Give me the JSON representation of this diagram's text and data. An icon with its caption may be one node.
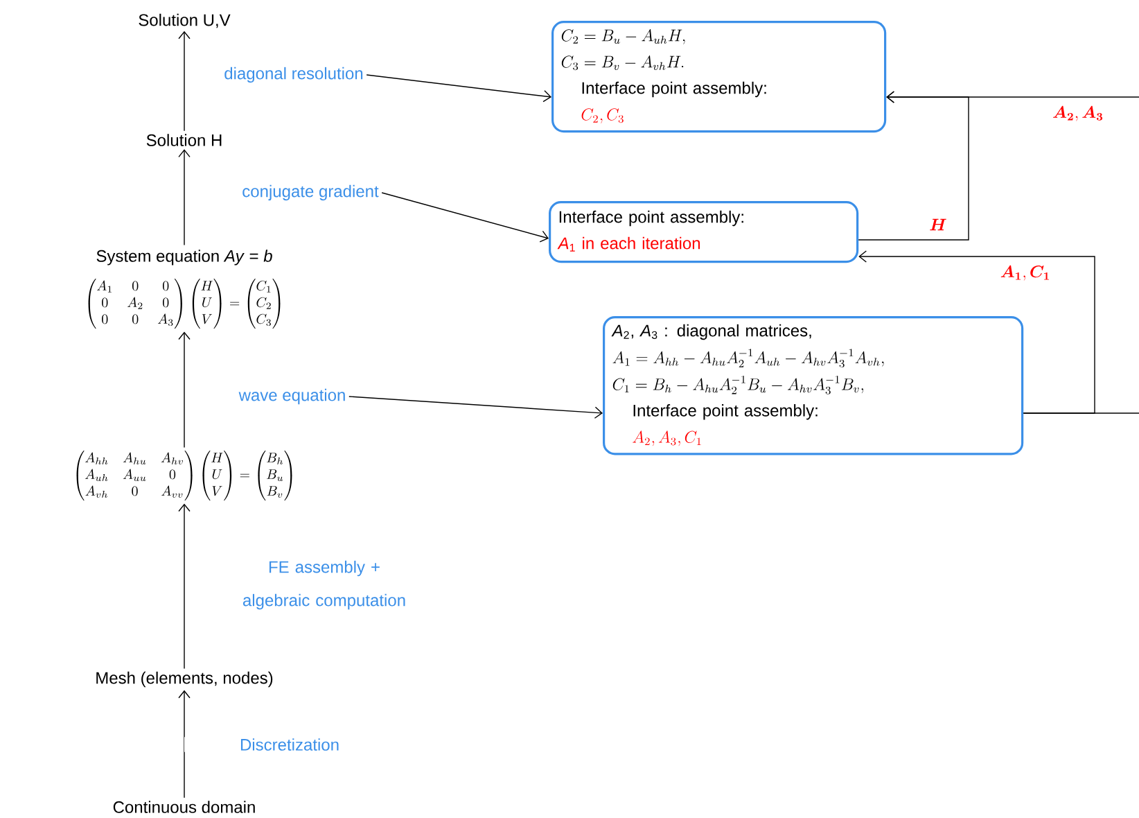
{
  "diagram": {
    "nodes": [
      {
        "text": [
          "Solution U,V"
        ]
      },
      {
        "text": [
          "Solution H"
        ]
      },
      {
        "text": [
          "System equation *Ay* = *b*",
          "\\begin{pmatrix}A_1&0&0\\\\0&A_2&0\\\\0&0&A_3\\end{pmatrix}\\begin{pmatrix}H\\\\U\\\\V\\end{pmatrix}=\\begin{pmatrix}C_1\\\\C_2\\\\C_3\\end{pmatrix}"
        ]
      },
      {
        "text": [
          "\\begin{pmatrix}A_{hh}&A_{hu}&A_{hv}\\\\A_{uh}&A_{uu}&0\\\\A_{vh}&0&A_{vv}\\end{pmatrix}\\begin{pmatrix}H\\\\U\\\\V\\end{pmatrix}=\\begin{pmatrix}B_h\\\\B_u\\\\B_v\\end{pmatrix}"
        ]
      },
      {
        "text": [
          "Mesh (elements, nodes)"
        ]
      },
      {
        "text": [
          "Continuous domain"
        ]
      },
      {
        "text": [
          "C_2 = B_u - A_{uh} H,",
          "C_3 = B_v - A_{vh} H.",
          "Interface point assembly:",
          "C_2, C_3"
        ]
      },
      {
        "text": [
          "Interface point assembly:",
          "*A*$_{1}$ in each iteration"
        ]
      },
      {
        "text": [
          "*A*$_{2}$, *A*$_{3}$ : diagonal matrices,",
          "A_1 = A_{hh} - A_{hu} A_2^{-1} A_{uh} - A_{hv} A_3^{-1} A_{vh},",
          "C_1 = B_h - A_{hu} A_2^{-1} B_u - A_{hv} A_3^{-1} B_v,",
          "Interface point assembly:",
          "A_2, A_3, C_1"
        ]
      },
      {
        "text": [
          "diagonal resolution"
        ]
      },
      {
        "text": [
          "conjugate gradient"
        ]
      },
      {
        "text": [
          "wave equation"
        ]
      }
    ],
    "edges": [
      {
        "from": 1,
        "to": 0,
        "arrow": "to"
      },
      {
        "from": 2,
        "to": 1,
        "arrow": "to"
      },
      {
        "from": 3,
        "to": 2,
        "arrow": "to"
      },
      {
        "from": 4,
        "to": 3,
        "arrow": "to",
        "label": "FE assembly + algebraic computation"
      },
      {
        "from": 5,
        "to": 4,
        "arrow": "to",
        "label": "Discretization"
      },
      {
        "from": 9,
        "to": 6,
        "arrow": "to"
      },
      {
        "from": 10,
        "to": 7,
        "arrow": "to"
      },
      {
        "from": 11,
        "to": 8,
        "arrow": "to"
      },
      {
        "from": null,
        "to": 6,
        "arrow": "to",
        "label": "\\boldsymbol{A_2}, \\boldsymbol{A_3}"
      },
      {
        "from": 7,
        "to": 6,
        "arrow": "to",
        "label": "\\boldsymbol{H}"
      },
      {
        "from": 8,
        "to": 7,
        "arrow": "to",
        "label": "\\boldsymbol{A_1}, \\boldsymbol{C_1}"
      },
      {
        "from": 8,
        "to": null,
        "arrow": "none"
      }
    ]
  }
}
